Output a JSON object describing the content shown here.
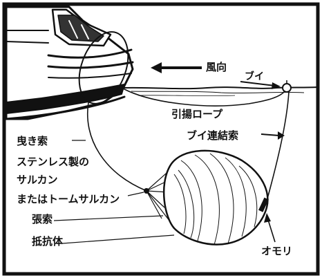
{
  "labels": {
    "wind_direction": "風向",
    "buoy": "ブイ",
    "lifting_rope": "引揚ロープ",
    "buoy_line": "ブイ連結索",
    "tow_line": "曳き索",
    "shackle_line1": "ステンレス製の",
    "shackle_line2": "サルカン",
    "shackle_line3": "またはトームサルカン",
    "bridle": "張索",
    "drag_body": "抵抗体",
    "weight": "オモリ"
  }
}
